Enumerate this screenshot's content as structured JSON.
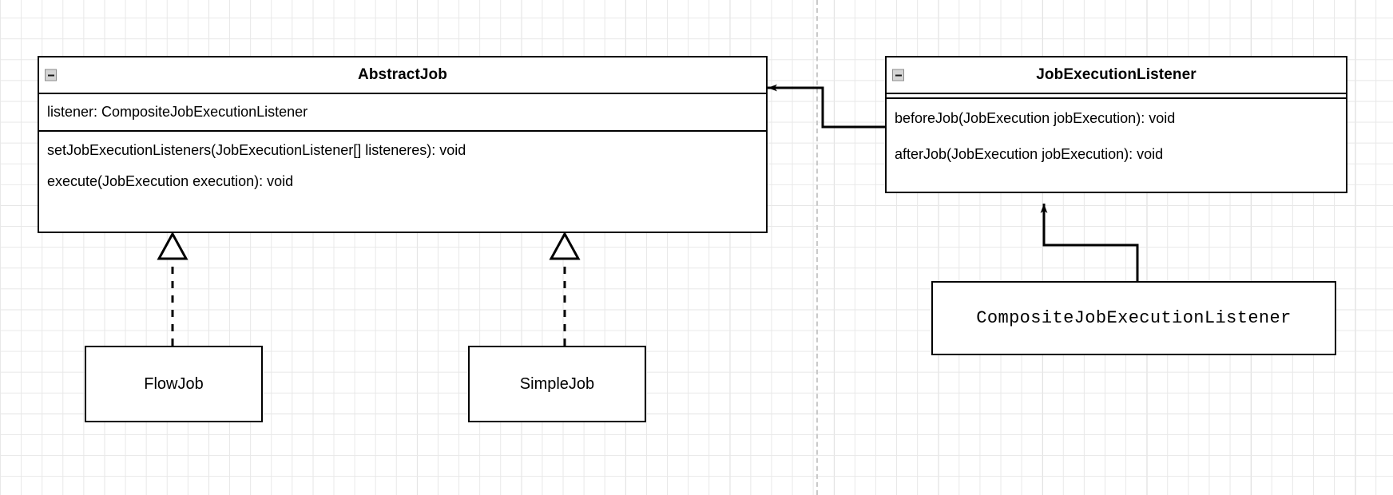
{
  "diagram": {
    "type": "uml-class-diagram",
    "background": "#ffffff",
    "grid_minor_color": "#e8e8e8",
    "grid_major_color": "#d4d4d4",
    "page_break_color": "#c9c9c9",
    "line_color": "#000000"
  },
  "classes": [
    {
      "id": "abstract-job",
      "name": "AbstractJob",
      "collapse_icon": "minus-icon",
      "attributes": [
        "listener: CompositeJobExecutionListener"
      ],
      "operations": [
        "setJobExecutionListeners(JobExecutionListener[] listeneres): void",
        "execute(JobExecution execution): void"
      ]
    },
    {
      "id": "job-execution-listener",
      "name": "JobExecutionListener",
      "collapse_icon": "minus-icon",
      "attributes": [],
      "operations": [
        "beforeJob(JobExecution jobExecution): void",
        "afterJob(JobExecution jobExecution): void"
      ]
    }
  ],
  "simple_classes": [
    {
      "id": "flow-job",
      "name": "FlowJob",
      "font": "sans"
    },
    {
      "id": "simple-job",
      "name": "SimpleJob",
      "font": "sans"
    },
    {
      "id": "composite-job-execution-listener",
      "name": "CompositeJobExecutionListener",
      "font": "mono"
    }
  ],
  "relationships": [
    {
      "id": "flowjob-implements-abstractjob",
      "from": "FlowJob",
      "to": "AbstractJob",
      "kind": "realization",
      "line": "dashed",
      "arrow": "hollow-triangle"
    },
    {
      "id": "simplejob-implements-abstractjob",
      "from": "SimpleJob",
      "to": "AbstractJob",
      "kind": "realization",
      "line": "dashed",
      "arrow": "hollow-triangle"
    },
    {
      "id": "listener-to-abstractjob",
      "from": "JobExecutionListener",
      "to": "AbstractJob",
      "kind": "association",
      "line": "solid",
      "arrow": "filled-arrow"
    },
    {
      "id": "composite-to-listener",
      "from": "CompositeJobExecutionListener",
      "to": "JobExecutionListener",
      "kind": "association",
      "line": "solid",
      "arrow": "filled-arrow"
    }
  ]
}
